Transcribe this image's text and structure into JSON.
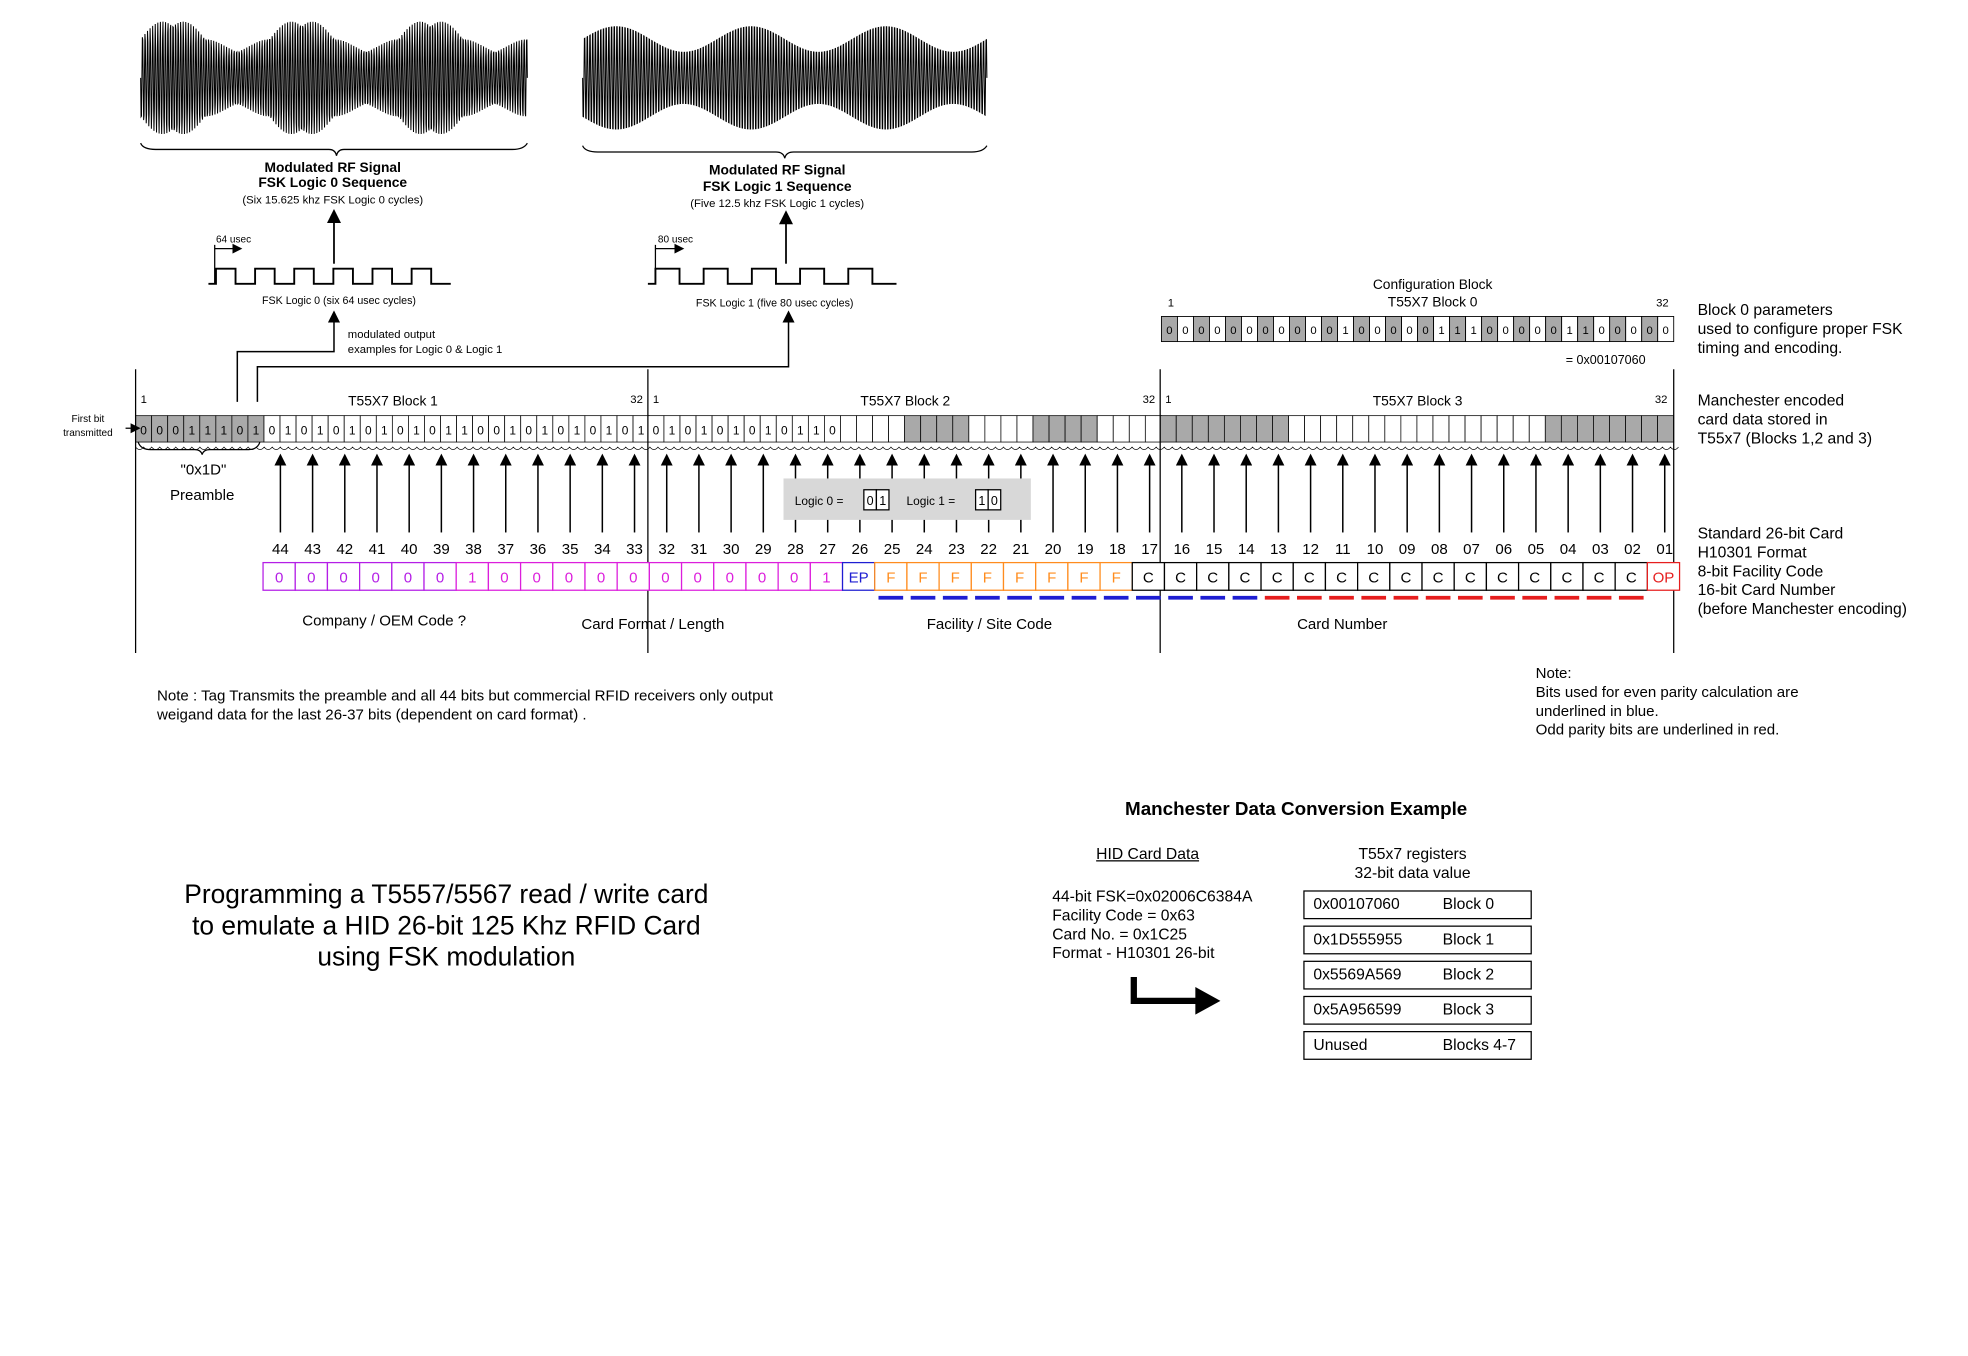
{
  "wave_left": {
    "title_1": "Modulated RF Signal",
    "title_2": "FSK Logic 0 Sequence",
    "subtitle": "(Six 15.625 khz FSK Logic 0 cycles)",
    "period": "64 usec",
    "caption": "FSK Logic 0 (six 64 usec cycles)"
  },
  "wave_right": {
    "title_1": "Modulated RF Signal",
    "title_2": "FSK Logic 1 Sequence",
    "subtitle": "(Five 12.5 khz FSK Logic 1 cycles)",
    "period": "80 usec",
    "caption": "FSK Logic 1 (five 80 usec cycles)"
  },
  "modulated_note_1": "modulated output",
  "modulated_note_2": "examples for Logic 0 & Logic 1",
  "config": {
    "heading": "Configuration Block",
    "block_label": "T55X7 Block 0",
    "start": "1",
    "end": "32",
    "bits": [
      "0",
      "0",
      "0",
      "0",
      "0",
      "0",
      "0",
      "0",
      "0",
      "0",
      "0",
      "1",
      "0",
      "0",
      "0",
      "0",
      "0",
      "1",
      "1",
      "1",
      "0",
      "0",
      "0",
      "0",
      "0",
      "1",
      "1",
      "0",
      "0",
      "0",
      "0",
      "0"
    ],
    "value": "= 0x00107060"
  },
  "first_bit_1": "First bit",
  "first_bit_2": "transmitted",
  "blocks": [
    {
      "label": "T55X7 Block 1",
      "start": "1",
      "end": "32",
      "bits": [
        "0",
        "0",
        "0",
        "1",
        "1",
        "1",
        "0",
        "1",
        "0",
        "1",
        "0",
        "1",
        "0",
        "1",
        "0",
        "1",
        "0",
        "1",
        "0",
        "1",
        "1",
        "0",
        "0",
        "1",
        "0",
        "1",
        "0",
        "1",
        "0",
        "1",
        "0",
        "1"
      ],
      "shaded": [
        1,
        1,
        1,
        1,
        1,
        1,
        1,
        1,
        0,
        0,
        0,
        0,
        0,
        0,
        0,
        0,
        0,
        0,
        0,
        0,
        0,
        0,
        0,
        0,
        0,
        0,
        0,
        0,
        0,
        0,
        0,
        0
      ]
    },
    {
      "label": "T55X7 Block 2",
      "start": "1",
      "end": "32",
      "bits": [
        "0",
        "1",
        "0",
        "1",
        "0",
        "1",
        "0",
        "1",
        "0",
        "1",
        "1",
        "0",
        "",
        "",
        "",
        "",
        "",
        "",
        "",
        "",
        "",
        "",
        "",
        "",
        "",
        "",
        "",
        "",
        "",
        "",
        "",
        ""
      ],
      "shaded": [
        0,
        0,
        0,
        0,
        0,
        0,
        0,
        0,
        0,
        0,
        0,
        0,
        0,
        0,
        0,
        0,
        1,
        1,
        1,
        1,
        0,
        0,
        0,
        0,
        1,
        1,
        1,
        1,
        0,
        0,
        0,
        0
      ]
    },
    {
      "label": "T55X7 Block 3",
      "start": "1",
      "end": "32",
      "bits": [
        "",
        "",
        "",
        "",
        "",
        "",
        "",
        "",
        "",
        "",
        "",
        "",
        "",
        "",
        "",
        "",
        "",
        "",
        "",
        "",
        "",
        "",
        "",
        "",
        "",
        "",
        "",
        "",
        "",
        "",
        "",
        ""
      ],
      "shaded": [
        1,
        1,
        1,
        1,
        1,
        1,
        1,
        1,
        0,
        0,
        0,
        0,
        0,
        0,
        0,
        0,
        0,
        0,
        0,
        0,
        0,
        0,
        0,
        0,
        1,
        1,
        1,
        1,
        1,
        1,
        1,
        1
      ]
    }
  ],
  "preamble_value": "\"0x1D\"",
  "preamble_label": "Preamble",
  "logic0_label": "Logic 0 =",
  "logic0_bits": [
    "0",
    "1"
  ],
  "logic1_label": "Logic 1 =",
  "logic1_bits": [
    "1",
    "0"
  ],
  "bit_numbers": [
    "44",
    "43",
    "42",
    "41",
    "40",
    "39",
    "38",
    "37",
    "36",
    "35",
    "34",
    "33",
    "32",
    "31",
    "30",
    "29",
    "28",
    "27",
    "26",
    "25",
    "24",
    "23",
    "22",
    "21",
    "20",
    "19",
    "18",
    "17",
    "16",
    "15",
    "14",
    "13",
    "12",
    "11",
    "10",
    "09",
    "08",
    "07",
    "06",
    "05",
    "04",
    "03",
    "02",
    "01"
  ],
  "bit_values": [
    "0",
    "0",
    "0",
    "0",
    "0",
    "0",
    "1",
    "0",
    "0",
    "0",
    "0",
    "0",
    "0",
    "0",
    "0",
    "0",
    "0",
    "1",
    "EP",
    "F",
    "F",
    "F",
    "F",
    "F",
    "F",
    "F",
    "F",
    "C",
    "C",
    "C",
    "C",
    "C",
    "C",
    "C",
    "C",
    "C",
    "C",
    "C",
    "C",
    "C",
    "C",
    "C",
    "C",
    "OP"
  ],
  "colors": {
    "company": "#b41ee6",
    "format": "#dc1edc",
    "ep": "#1e1ed2",
    "facility": "#ff8c1e",
    "card": "#000000",
    "op": "#e61e1e",
    "shade": "#a9a9a9",
    "logic_box": "#d8d8d8"
  },
  "groups": {
    "company": "Company / OEM Code ?",
    "format": "Card Format / Length",
    "facility": "Facility / Site Code",
    "card": "Card Number"
  },
  "side_labels": {
    "block0": [
      "Block 0  parameters",
      "used to configure proper FSK",
      "timing and encoding."
    ],
    "manchester": [
      "Manchester encoded",
      "card data stored in",
      "T55x7 (Blocks 1,2 and 3)"
    ],
    "standard": [
      "Standard 26-bit Card",
      "H10301 Format",
      "8-bit Facility Code",
      "16-bit Card Number",
      "(before Manchester encoding)"
    ]
  },
  "note_left": [
    "Note : Tag Transmits the preamble and all 44 bits but commercial RFID receivers only output",
    "weigand data for the last 26-37 bits (dependent on card format) ."
  ],
  "note_right": [
    "Note:",
    "Bits used for even parity calculation are",
    "underlined in blue.",
    "Odd parity bits are underlined in red."
  ],
  "title_lines": [
    "Programming a T5557/5567 read / write card",
    "to emulate a HID 26-bit 125 Khz RFID Card",
    "using FSK modulation"
  ],
  "conversion": {
    "title": "Manchester Data Conversion Example",
    "hid_heading": "HID Card Data",
    "hid_lines": [
      "44-bit FSK=0x02006C6384A",
      "Facility Code = 0x63",
      "Card No. = 0x1C25",
      "Format - H10301 26-bit"
    ],
    "reg_heading": [
      "T55x7 registers",
      "32-bit data value"
    ],
    "registers": [
      {
        "value": "0x00107060",
        "block": "Block 0"
      },
      {
        "value": "0x1D555955",
        "block": "Block 1"
      },
      {
        "value": "0x5569A569",
        "block": "Block 2"
      },
      {
        "value": "0x5A956599",
        "block": "Block 3"
      },
      {
        "value": "Unused",
        "block": "Blocks 4-7"
      }
    ]
  }
}
